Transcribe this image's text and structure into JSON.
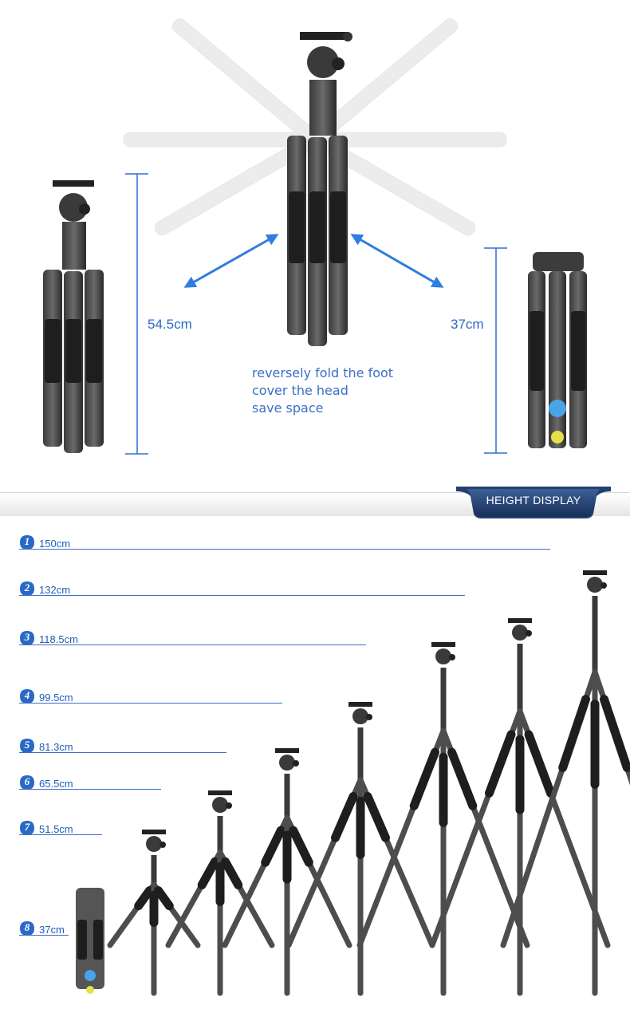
{
  "top": {
    "folded_height_label": "54.5cm",
    "reverse_folded_height_label": "37cm",
    "caption_lines": [
      "reversely fold the foot",
      "cover the head",
      "save space"
    ]
  },
  "banner": {
    "title": "HEIGHT DISPLAY"
  },
  "heights": [
    {
      "num": "1",
      "label": "150cm"
    },
    {
      "num": "2",
      "label": "132cm"
    },
    {
      "num": "3",
      "label": "118.5cm"
    },
    {
      "num": "4",
      "label": "99.5cm"
    },
    {
      "num": "5",
      "label": "81.3cm"
    },
    {
      "num": "6",
      "label": "65.5cm"
    },
    {
      "num": "7",
      "label": "51.5cm"
    },
    {
      "num": "8",
      "label": "37cm"
    }
  ],
  "colors": {
    "accent": "#2a6ac6",
    "banner": "#23416f",
    "tripod_dark": "#2b2b2b",
    "tripod_carbon": "#5a5a5a"
  },
  "icons": [
    "tripod-image",
    "double-arrow-icon",
    "ball-head-icon"
  ]
}
